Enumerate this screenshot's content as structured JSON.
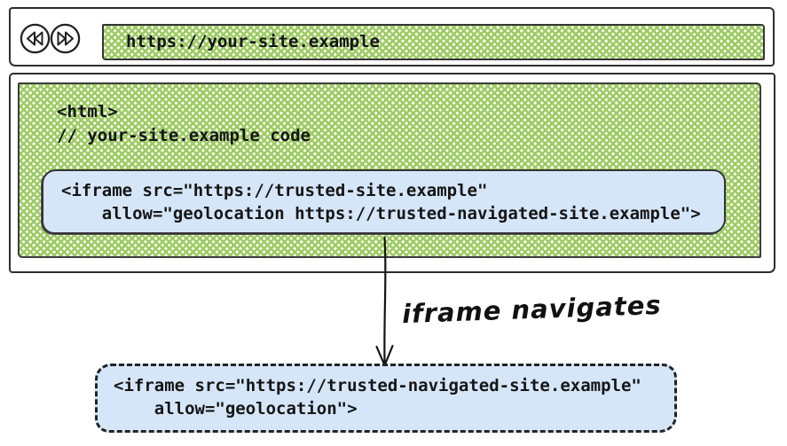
{
  "colors": {
    "hatch_green": "#9ccb61",
    "box_blue": "#d5e6f8",
    "stroke": "#2e2e2e"
  },
  "browser": {
    "url": "https://your-site.example"
  },
  "page": {
    "source_code": "<html>\n// your-site.example code",
    "iframe_code": "<iframe src=\"https://trusted-site.example\"\n    allow=\"geolocation https://trusted-navigated-site.example\">"
  },
  "annotation": {
    "arrow_label": "iframe navigates"
  },
  "navigated_iframe": {
    "code": "<iframe src=\"https://trusted-navigated-site.example\"\n    allow=\"geolocation\">"
  }
}
